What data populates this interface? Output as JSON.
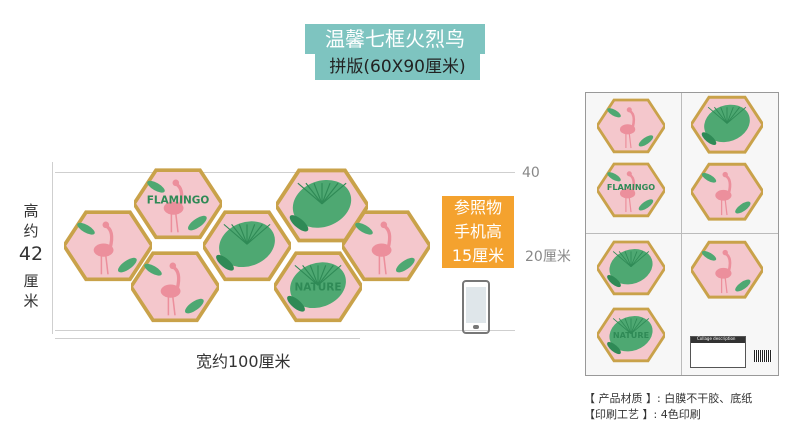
{
  "title": "温馨七框火烈鸟",
  "subtitle": "拼版(60X90厘米)",
  "dimensions": {
    "height_chars": [
      "高",
      "约"
    ],
    "height_value": "42",
    "height_unit_chars": [
      "厘",
      "米"
    ],
    "width_text": "宽约100厘米",
    "marker_top": "40",
    "marker_mid": "20厘米"
  },
  "reference": {
    "lines": [
      "参照物",
      "手机高",
      "15厘米"
    ]
  },
  "hexagons": [
    {
      "art": "flamingo",
      "text": ""
    },
    {
      "art": "flamingo-text",
      "text": "FLAMINGO"
    },
    {
      "art": "monstera",
      "text": ""
    },
    {
      "art": "flamingo",
      "text": ""
    },
    {
      "art": "monstera",
      "text": ""
    },
    {
      "art": "monstera-text",
      "text": "NATURE"
    },
    {
      "art": "flamingo",
      "text": ""
    }
  ],
  "layout_panel": [
    {
      "art": "flamingo",
      "text": ""
    },
    {
      "art": "monstera",
      "text": ""
    },
    {
      "art": "flamingo-text",
      "text": "FLAMINGO"
    },
    {
      "art": "flamingo",
      "text": ""
    },
    {
      "art": "monstera",
      "text": ""
    },
    {
      "art": "flamingo",
      "text": ""
    },
    {
      "art": "monstera-text",
      "text": "NATURE"
    }
  ],
  "label_card_text": "Collage description",
  "specs": {
    "material": "【 产品材质 】: 白膜不干胶、底纸",
    "printing": "【印刷工艺 】: 4色印刷"
  },
  "colors": {
    "teal": "#7ec4c0",
    "orange": "#f4a22e",
    "gold": "#c9a24a",
    "pink": "#f4c7cc",
    "flamingo": "#ec8f9c",
    "leaf": "#4ea872",
    "leaf_dark": "#2f8a56"
  }
}
